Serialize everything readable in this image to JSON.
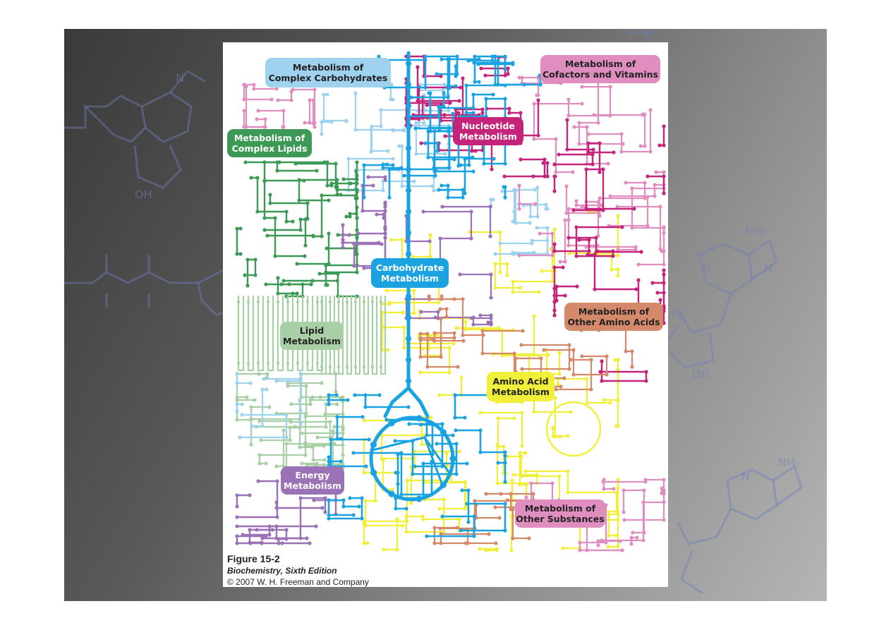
{
  "colors": {
    "background_left": "#3a3a3a",
    "background_right": "#b5b5b5",
    "carbohydrate": "#1aa3e0",
    "complex_carbohydrates": "#9ed2ee",
    "lipid": "#a8cfa5",
    "complex_lipids": "#3d9a56",
    "nucleotide": "#c4247a",
    "cofactors_vitamins": "#e08ec0",
    "amino_acid": "#f2ef3a",
    "other_amino_acids": "#d48a6a",
    "energy": "#9a72b5",
    "other_substances": "#e08ec0"
  },
  "labels": {
    "complex_carbohydrates": [
      "Metabolism of",
      "Complex Carbohydrates"
    ],
    "cofactors_vitamins": [
      "Metabolism of",
      "Cofactors and Vitamins"
    ],
    "nucleotide": [
      "Nucleotide",
      "Metabolism"
    ],
    "complex_lipids": [
      "Metabolism of",
      "Complex Lipids"
    ],
    "carbohydrate": [
      "Carbohydrate",
      "Metabolism"
    ],
    "other_amino_acids": [
      "Metabolism of",
      "Other Amino Acids"
    ],
    "lipid": [
      "Lipid",
      "Metabolism"
    ],
    "amino_acid": [
      "Amino Acid",
      "Metabolism"
    ],
    "energy": [
      "Energy",
      "Metabolism"
    ],
    "other_substances": [
      "Metabolism of",
      "Other Substances"
    ]
  },
  "caption": {
    "title": "Figure 15-2",
    "book": "Biochemistry, Sixth Edition",
    "copyright": "© 2007 W. H. Freeman and Company"
  },
  "background_molecule_labels": [
    "NH₂",
    "NH₂",
    "N",
    "N",
    "N",
    "N",
    "OH",
    "OH",
    "O"
  ]
}
